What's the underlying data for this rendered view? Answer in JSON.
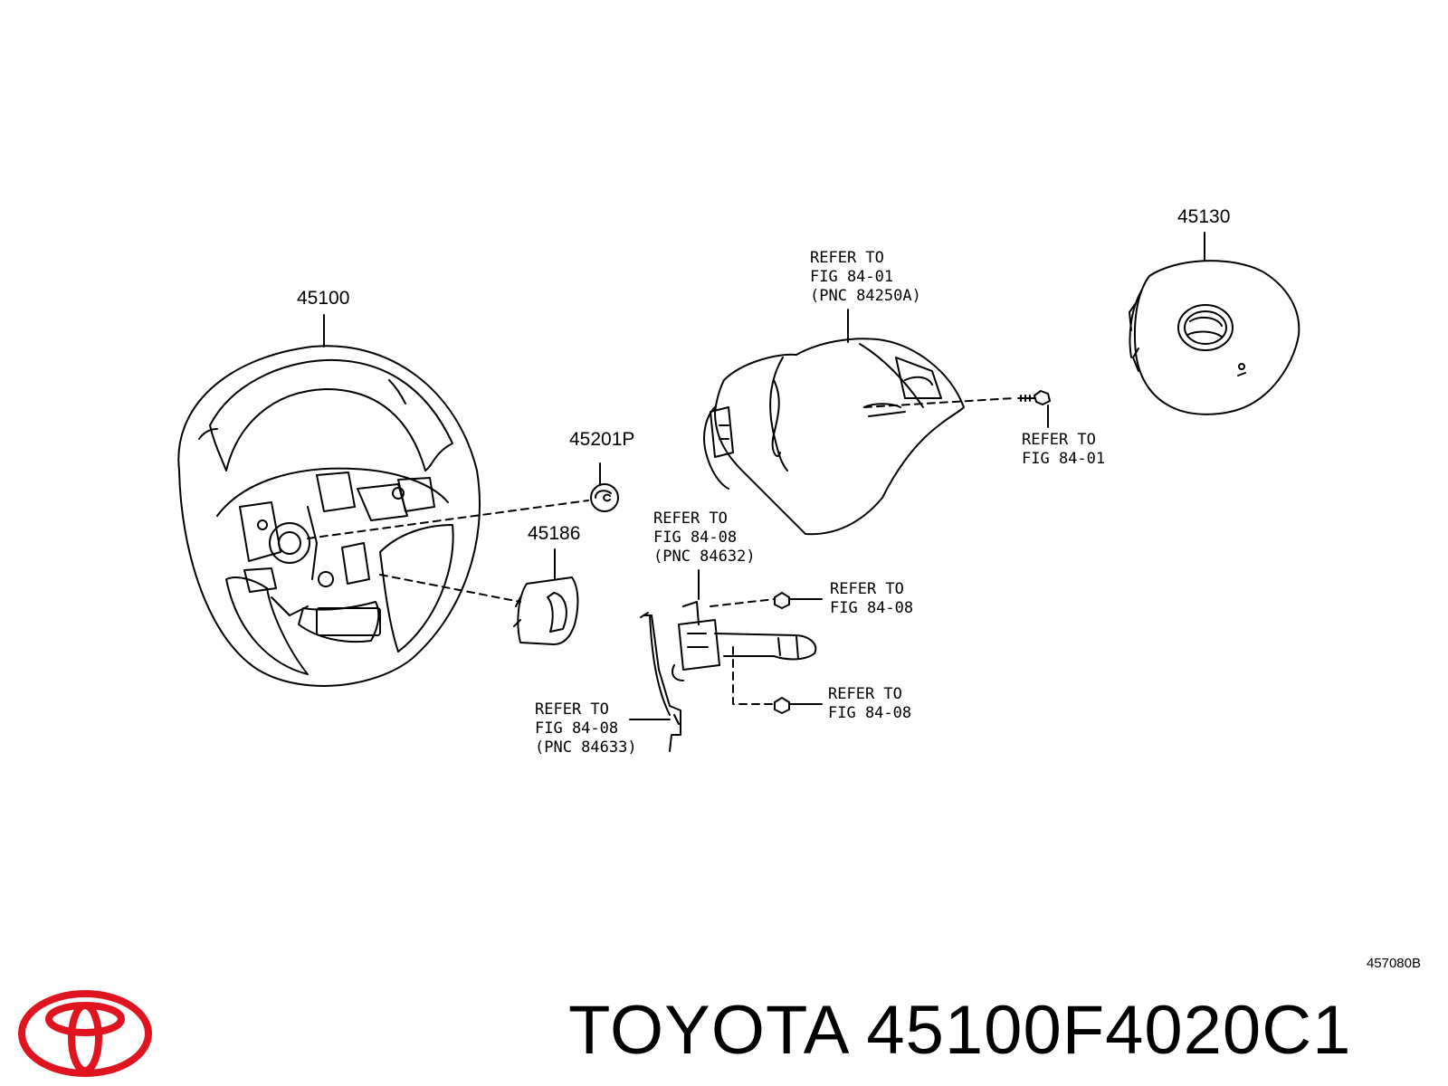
{
  "diagram": {
    "parts": [
      {
        "id": "steering-wheel",
        "number": "45100"
      },
      {
        "id": "horn-pad",
        "number": "45130"
      },
      {
        "id": "nut",
        "number": "45201P"
      },
      {
        "id": "cover",
        "number": "45186"
      }
    ],
    "references": [
      {
        "id": "ref-switch-top",
        "lines": [
          "REFER TO",
          "FIG 84-01",
          "(PNC 84250A)"
        ]
      },
      {
        "id": "ref-screw",
        "lines": [
          "REFER TO",
          "FIG 84-01"
        ]
      },
      {
        "id": "ref-switch-mid",
        "lines": [
          "REFER TO",
          "FIG 84-08",
          "(PNC 84632)"
        ]
      },
      {
        "id": "ref-screw-upper",
        "lines": [
          "REFER TO",
          "FIG 84-08"
        ]
      },
      {
        "id": "ref-screw-lower",
        "lines": [
          "REFER TO",
          "FIG 84-08"
        ]
      },
      {
        "id": "ref-harness",
        "lines": [
          "REFER TO",
          "FIG 84-08",
          "(PNC 84633)"
        ]
      }
    ],
    "figure_code": "457080B"
  },
  "footer": {
    "title": "TOYOTA 45100F4020C1",
    "logo_icon": "toyota-logo-icon",
    "logo_color": "#e0141e"
  }
}
